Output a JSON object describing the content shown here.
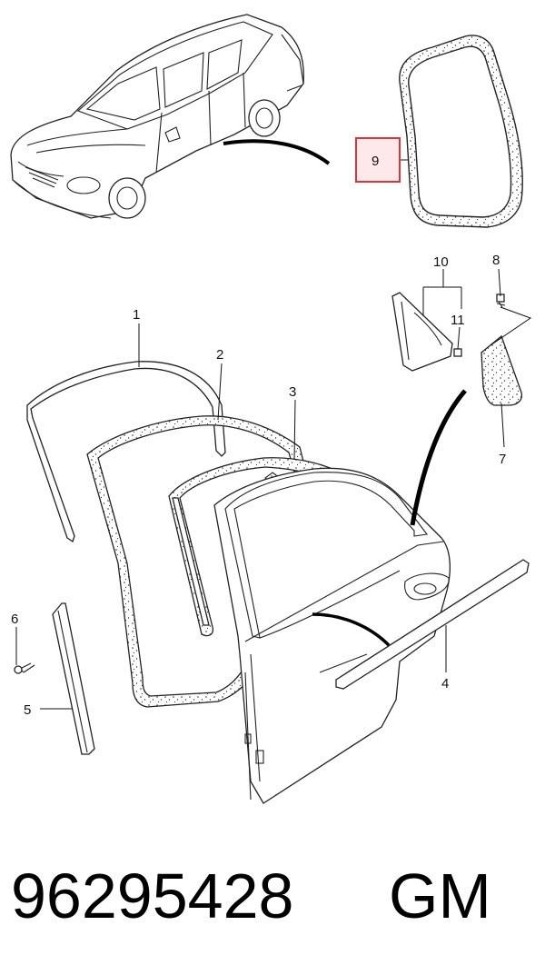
{
  "callouts": {
    "c1": "1",
    "c2": "2",
    "c3": "3",
    "c4": "4",
    "c5": "5",
    "c6": "6",
    "c7": "7",
    "c8": "8",
    "c9": "9",
    "c10": "10",
    "c11": "11"
  },
  "highlighted_callout": "9",
  "highlight_color": "#e0303a",
  "part_number": "96295428",
  "brand": "GM"
}
